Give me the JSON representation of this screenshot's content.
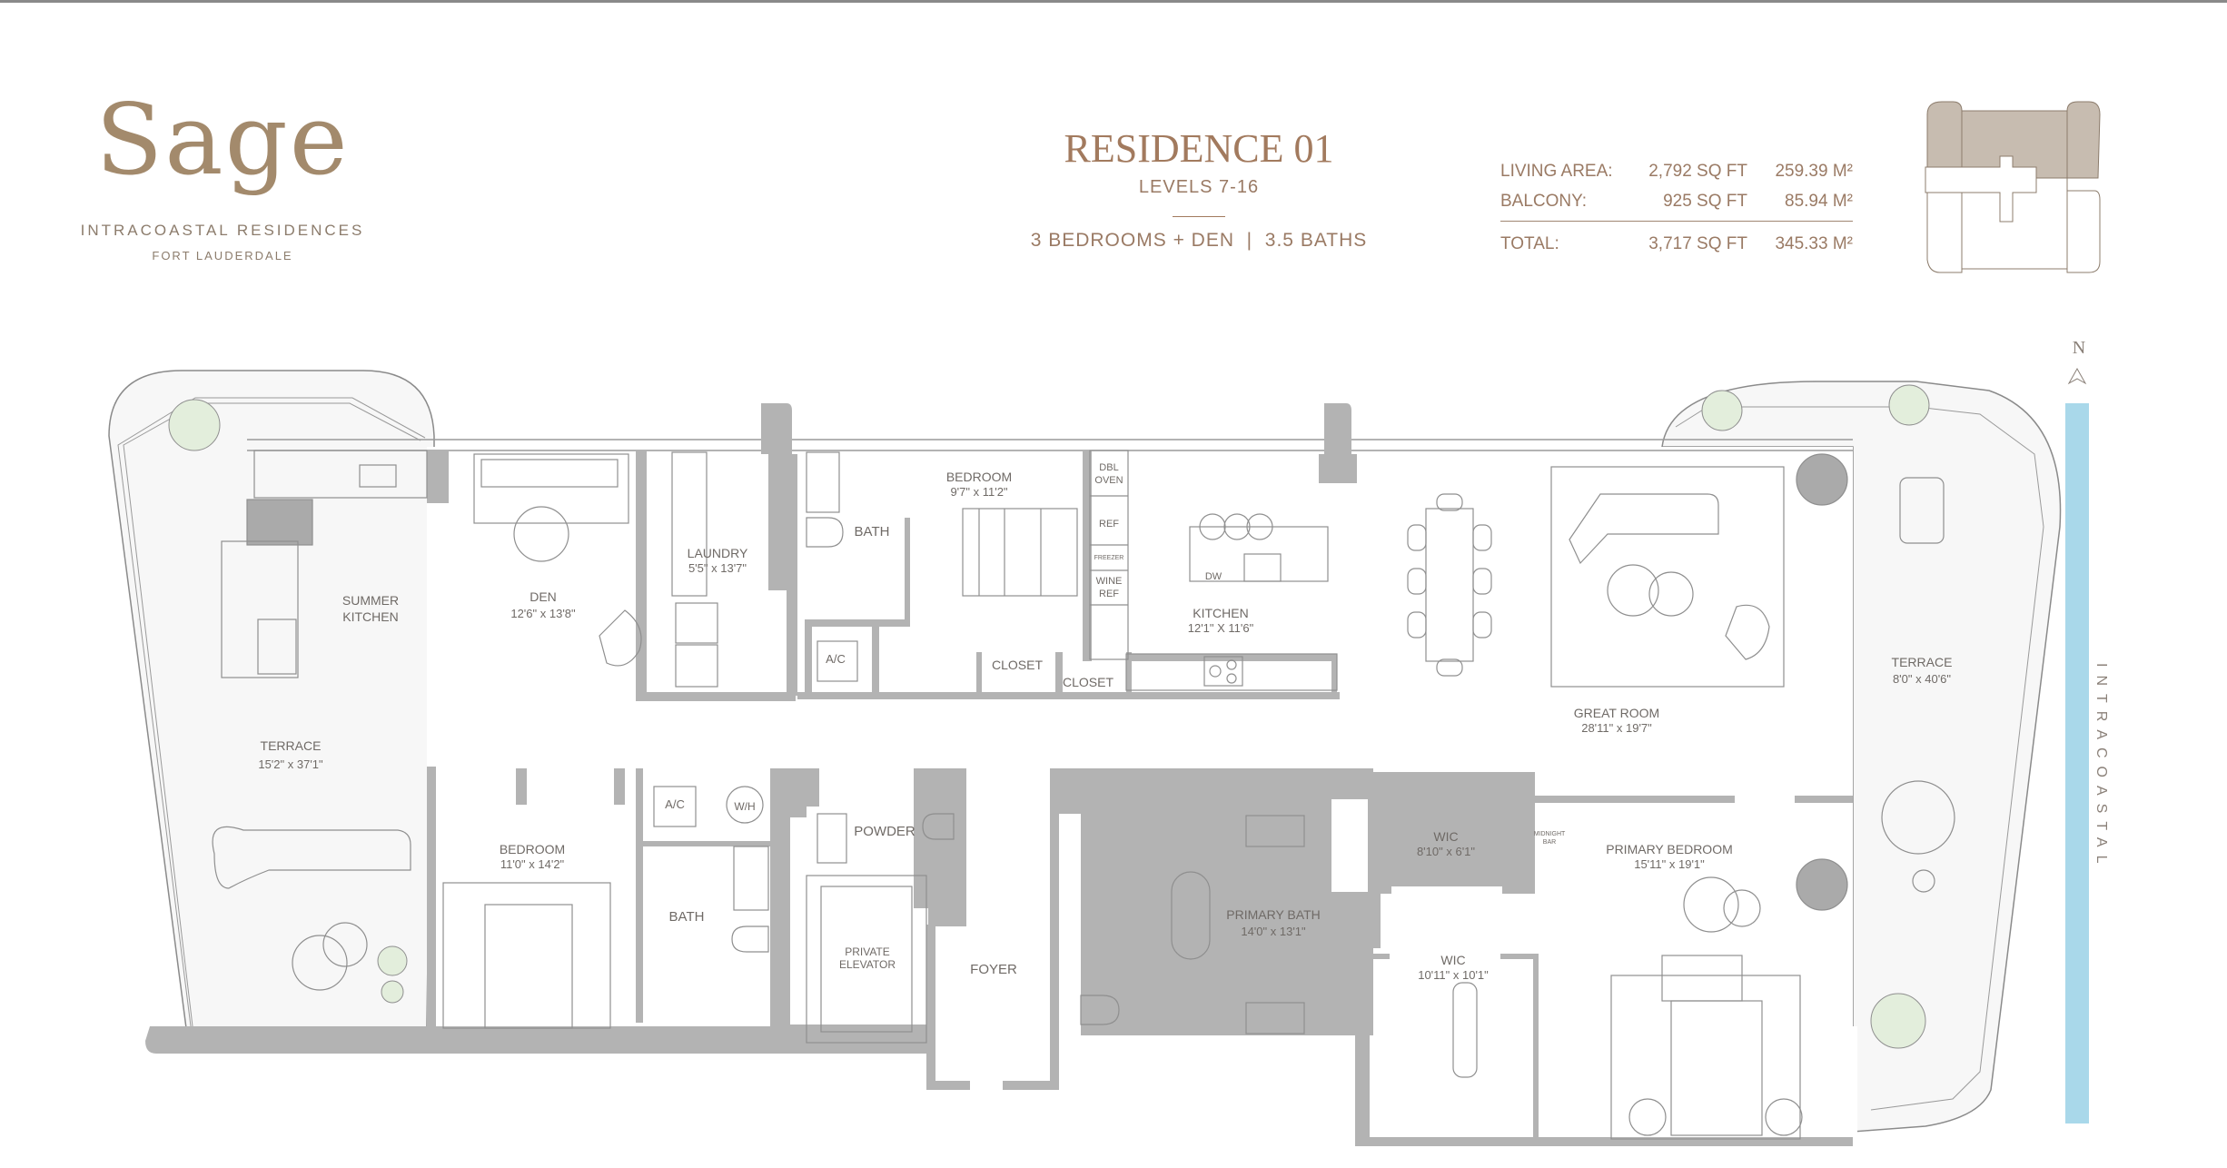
{
  "brand": {
    "name": "Sage",
    "subtitle": "INTRACOASTAL RESIDENCES",
    "location": "FORT LAUDERDALE"
  },
  "header": {
    "residence": "RESIDENCE 01",
    "levels": "LEVELS 7-16",
    "summary": "3 BEDROOMS + DEN  |  3.5 BATHS"
  },
  "areas": {
    "rows": [
      {
        "label": "LIVING AREA:",
        "sqft": "2,792 SQ FT",
        "m2": "259.39 M²"
      },
      {
        "label": "BALCONY:",
        "sqft": "925 SQ FT",
        "m2": "85.94 M²"
      }
    ],
    "total": {
      "label": "TOTAL:",
      "sqft": "3,717 SQ FT",
      "m2": "345.33 M²"
    }
  },
  "compass": {
    "north": "N"
  },
  "water": {
    "label": "INTRACOASTAL",
    "color": "#a9d8ea"
  },
  "colors": {
    "accent": "#a27a5e",
    "wall": "#b3b3b3",
    "terrace": "#f7f7f7",
    "keyplan_fill": "#c7bcb0"
  },
  "rooms": {
    "summer_kitchen": {
      "name1": "SUMMER",
      "name2": "KITCHEN"
    },
    "terrace_left": {
      "name": "TERRACE",
      "dims": "15'2\" x 37'1\""
    },
    "den": {
      "name": "DEN",
      "dims": "12'6\" x 13'8\""
    },
    "laundry": {
      "name": "LAUNDRY",
      "dims": "5'5\" x 13'7\""
    },
    "bath_upper": {
      "name": "BATH"
    },
    "ac_upper": {
      "name": "A/C"
    },
    "bedroom_upper": {
      "name": "BEDROOM",
      "dims": "9'7\" x 11'2\""
    },
    "closet_1": {
      "name": "CLOSET"
    },
    "closet_2": {
      "name": "CLOSET"
    },
    "appliances": {
      "dbl_oven1": "DBL",
      "dbl_oven2": "OVEN",
      "ref": "REF",
      "freezer": "FREEZER",
      "wine1": "WINE",
      "wine2": "REF",
      "dw": "DW"
    },
    "kitchen": {
      "name": "KITCHEN",
      "dims": "12'1\" X 11'6\""
    },
    "great_room": {
      "name": "GREAT ROOM",
      "dims": "28'11\" x 19'7\""
    },
    "terrace_right": {
      "name": "TERRACE",
      "dims": "8'0\" x 40'6\""
    },
    "bedroom_lower": {
      "name": "BEDROOM",
      "dims": "11'0\" x 14'2\""
    },
    "ac_lower": {
      "name": "A/C"
    },
    "wh": {
      "name": "W/H"
    },
    "bath_lower": {
      "name": "BATH"
    },
    "powder": {
      "name": "POWDER"
    },
    "elevator": {
      "name1": "PRIVATE",
      "name2": "ELEVATOR"
    },
    "foyer": {
      "name": "FOYER"
    },
    "primary_bath": {
      "name": "PRIMARY BATH",
      "dims": "14'0\" x 13'1\""
    },
    "wic_1": {
      "name": "WIC",
      "dims": "8'10\" x 6'1\""
    },
    "midnight_bar": {
      "name1": "MIDNIGHT",
      "name2": "BAR"
    },
    "wic_2": {
      "name": "WIC",
      "dims": "10'11\" x 10'1\""
    },
    "primary_bedroom": {
      "name": "PRIMARY BEDROOM",
      "dims": "15'11\" x 19'1\""
    }
  }
}
